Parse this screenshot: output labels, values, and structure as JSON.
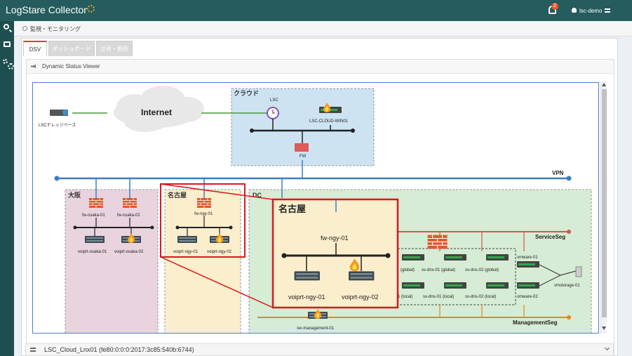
{
  "app": {
    "title": "LogStare Collector",
    "notification_count": "2",
    "user": "lsc-demo"
  },
  "breadcrumb": "監視・モニタリング",
  "tabs": [
    {
      "label": "DSV",
      "active": true
    },
    {
      "label": "ダッシュボード",
      "active": false
    },
    {
      "label": "注音・割告",
      "active": false
    }
  ],
  "panel": {
    "title": "Dynamic Status Viewer"
  },
  "diagram": {
    "internet": "Internet",
    "knowledge_base": "LSCナレッジベース",
    "cloud": {
      "title": "クラウド",
      "lsc": "LSC",
      "server": "LSC-CLOUD-WIN01",
      "fw": "FW"
    },
    "vpn": "VPN",
    "osaka": {
      "title": "大阪",
      "fw1": "fw-osaka-01",
      "fw2": "fw-osaka-02",
      "sw1": "voiprt-osaka-01",
      "sw2": "voiprt-osaka-02"
    },
    "nagoya": {
      "title": "名古屋",
      "fw": "fw-ngy-01",
      "sw1": "voiprt-ngy-01",
      "sw2": "voiprt-ngy-02"
    },
    "dc": {
      "title": "DC",
      "service_seg": "ServiceSeg",
      "management_seg": "ManagementSeg",
      "dns_global": [
        "(global)",
        "sv-dns-01 (global)",
        "sv-dns-02 (global)"
      ],
      "dns_local": [
        "1 (local)",
        "sv-dns-01 (local)",
        "sv-dns-02 (local)"
      ],
      "vmware1": "vmware-01",
      "vmware2": "vmware-02",
      "storage": "vmstorage-01",
      "sw_mgmt": "sw-management-01"
    },
    "zoom": {
      "title": "名古屋",
      "fw": "fw-ngy-01",
      "sw1": "voiprt-ngy-01",
      "sw2": "voiprt-ngy-02"
    }
  },
  "bottom": {
    "label": "LSC_Cloud_Lnx01 (fe80:0:0:0:2017:3c85:540b:6744)"
  }
}
